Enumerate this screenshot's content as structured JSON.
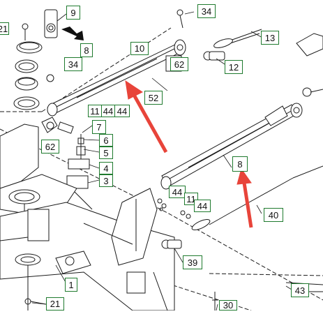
{
  "diagram": {
    "callouts": [
      "21",
      "9",
      "34",
      "10",
      "8",
      "13",
      "62",
      "12",
      "34",
      "52",
      "11",
      "44",
      "44",
      "7",
      "6",
      "5",
      "62",
      "4",
      "3",
      "8",
      "44",
      "11",
      "44",
      "40",
      "39",
      "1",
      "21",
      "30",
      "43"
    ],
    "accent_colors": {
      "highlight_arrow": "#e8443a",
      "callout_border": "#1f7a2e",
      "line_art": "#1a1a1a"
    }
  }
}
